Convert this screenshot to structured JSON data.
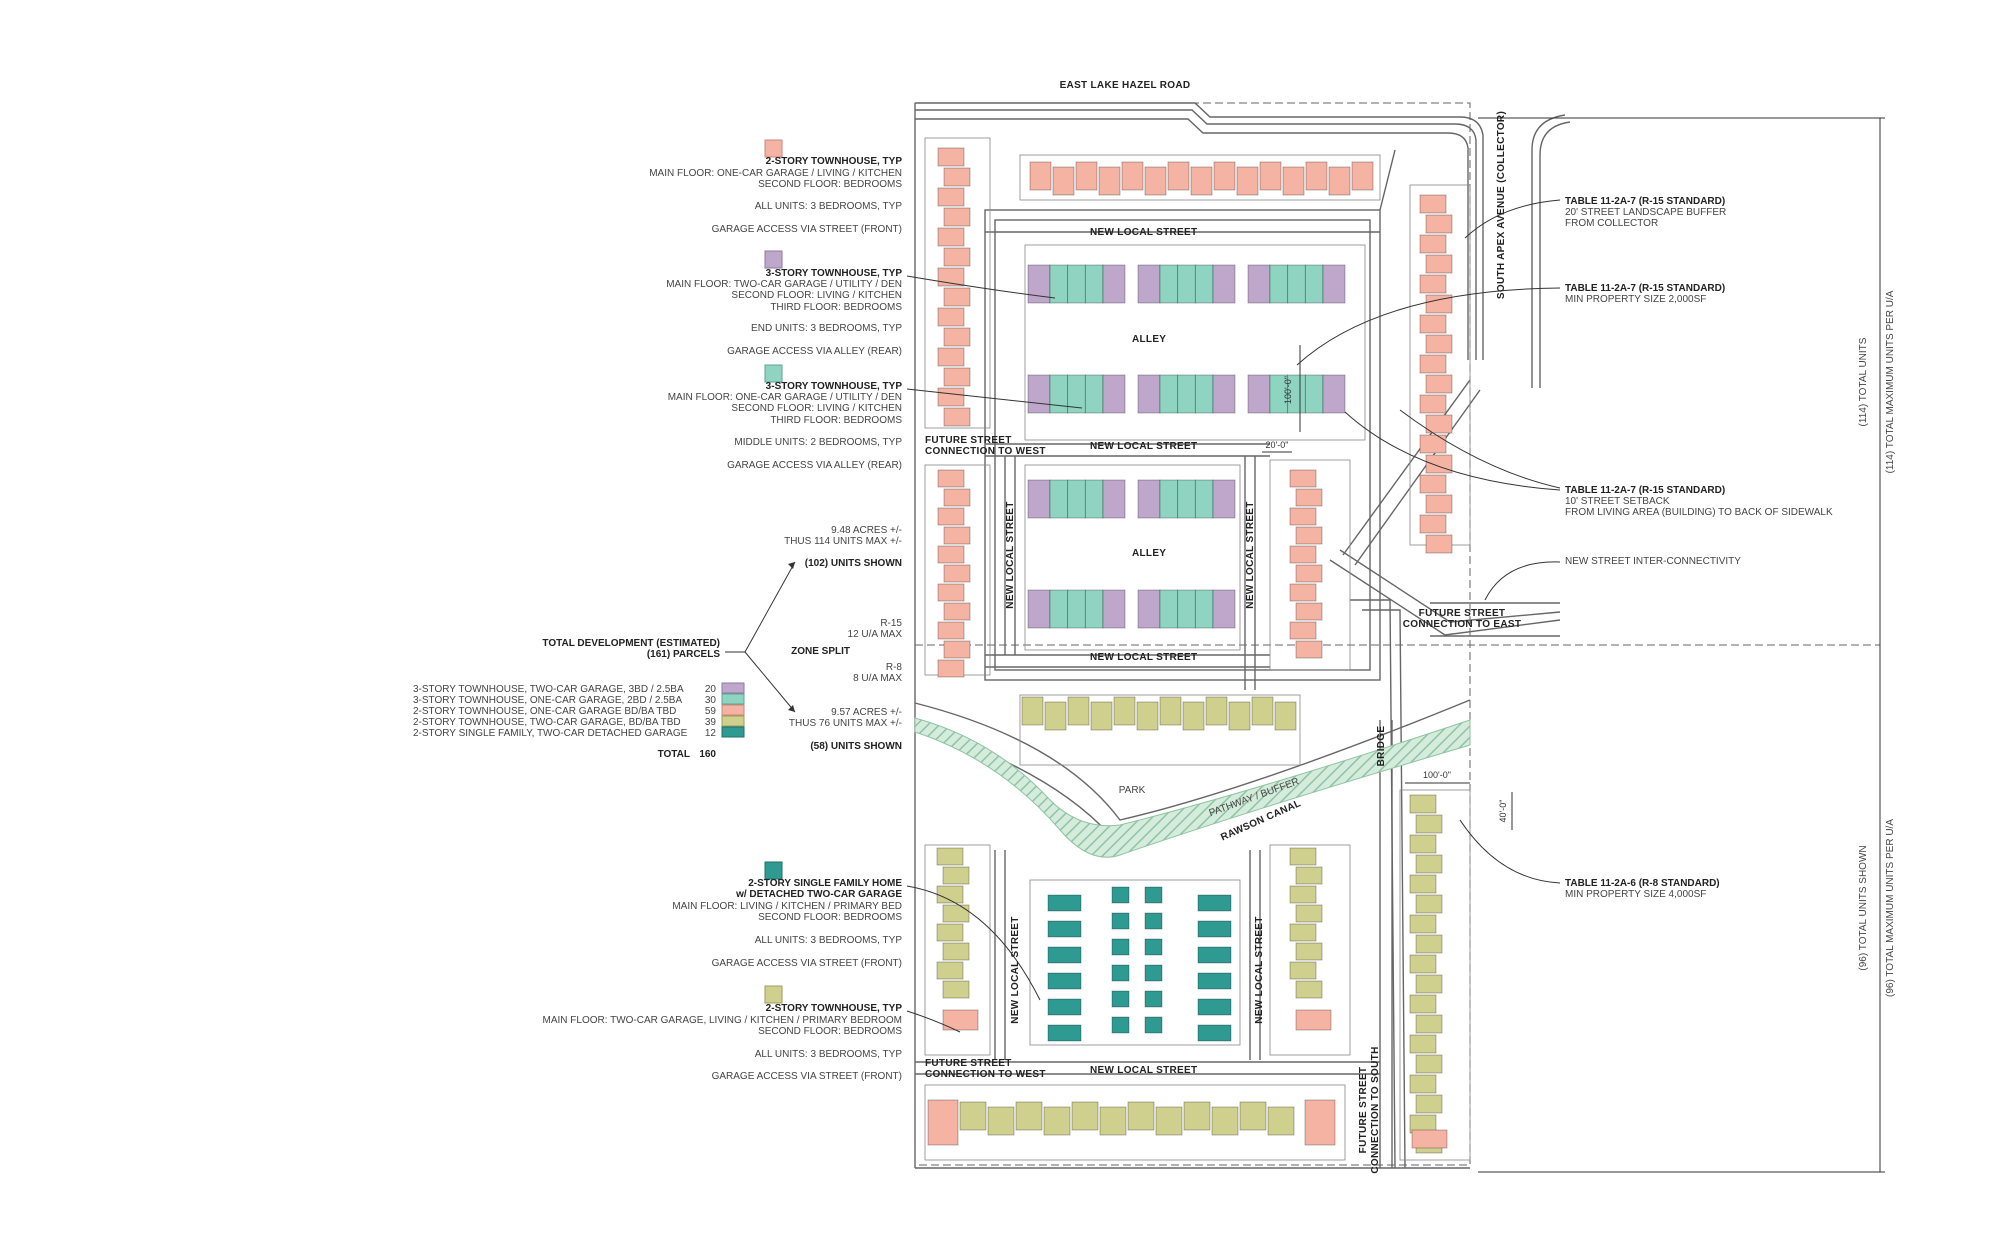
{
  "colors": {
    "three_story_two_car": "#bfa7cc",
    "three_story_one_car": "#8fd3c1",
    "two_story_one_car": "#f4b3a3",
    "two_story_two_car": "#cfcf8e",
    "single_family": "#2f9a92",
    "canal": "#a9d3ba"
  },
  "streets": {
    "east_lake_hazel": "EAST LAKE HAZEL ROAD",
    "south_apex": "SOUTH APEX AVENUE (COLLECTOR)",
    "new_local_street": "NEW LOCAL STREET",
    "alley": "ALLEY",
    "future_west_1": "FUTURE STREET",
    "future_west_2": "CONNECTION TO WEST",
    "future_east_1": "FUTURE STREET",
    "future_east_2": "CONNECTION TO EAST",
    "future_south_1": "FUTURE STREET",
    "future_south_2": "CONNECTION TO SOUTH",
    "bridge": "BRIDGE",
    "park": "PARK",
    "pathway": "PATHWAY / BUFFER",
    "canal": "RAWSON CANAL"
  },
  "dims": {
    "d100": "100'-0\"",
    "d20": "20'-0\"",
    "d100b": "100'-0\"",
    "d40": "40'-0\""
  },
  "legend_types": {
    "t1": {
      "title": "2-STORY TOWNHOUSE, TYP",
      "l1": "MAIN FLOOR: ONE-CAR GARAGE / LIVING / KITCHEN",
      "l2": "SECOND FLOOR: BEDROOMS",
      "l3": "ALL UNITS: 3 BEDROOMS, TYP",
      "l4": "GARAGE ACCESS VIA STREET (FRONT)"
    },
    "t2": {
      "title": "3-STORY TOWNHOUSE, TYP",
      "l1": "MAIN FLOOR: TWO-CAR GARAGE / UTILITY / DEN",
      "l2": "SECOND FLOOR: LIVING / KITCHEN",
      "l3": "THIRD FLOOR: BEDROOMS",
      "l4": "END UNITS: 3 BEDROOMS, TYP",
      "l5": "GARAGE ACCESS VIA ALLEY (REAR)"
    },
    "t3": {
      "title": "3-STORY TOWNHOUSE, TYP",
      "l1": "MAIN FLOOR: ONE-CAR GARAGE / UTILITY / DEN",
      "l2": "SECOND FLOOR: LIVING / KITCHEN",
      "l3": "THIRD FLOOR: BEDROOMS",
      "l4": "MIDDLE UNITS: 2 BEDROOMS, TYP",
      "l5": "GARAGE ACCESS VIA ALLEY (REAR)"
    },
    "t4": {
      "title": "2-STORY SINGLE FAMILY HOME",
      "title2": "w/ DETACHED TWO-CAR GARAGE",
      "l1": "MAIN FLOOR: LIVING / KITCHEN / PRIMARY BED",
      "l2": "SECOND FLOOR: BEDROOMS",
      "l3": "ALL UNITS: 3 BEDROOMS, TYP",
      "l4": "GARAGE ACCESS VIA STREET (FRONT)"
    },
    "t5": {
      "title": "2-STORY TOWNHOUSE, TYP",
      "l1": "MAIN FLOOR: TWO-CAR GARAGE, LIVING / KITCHEN / PRIMARY BEDROOM",
      "l2": "SECOND FLOOR: BEDROOMS",
      "l3": "ALL UNITS: 3 BEDROOMS, TYP",
      "l4": "GARAGE ACCESS VIA STREET (FRONT)"
    }
  },
  "zones": {
    "north_acres": "9.48 ACRES +/-",
    "north_max": "THUS 114 UNITS MAX +/-",
    "north_shown": "(102) UNITS SHOWN",
    "r15": "R-15",
    "r15_density": "12 U/A MAX",
    "zone_split": "ZONE SPLIT",
    "r8": "R-8",
    "r8_density": "8 U/A MAX",
    "south_acres": "9.57 ACRES +/-",
    "south_max": "THUS 76 UNITS MAX +/-",
    "south_shown": "(58) UNITS SHOWN",
    "total_dev_1": "TOTAL DEVELOPMENT (ESTIMATED)",
    "total_dev_2": "(161) PARCELS"
  },
  "unit_counts": {
    "rows": [
      {
        "label": "3-STORY TOWNHOUSE, TWO-CAR GARAGE, 3BD / 2.5BA",
        "count": "20"
      },
      {
        "label": "3-STORY TOWNHOUSE, ONE-CAR GARAGE, 2BD / 2.5BA",
        "count": "30"
      },
      {
        "label": "2-STORY TOWNHOUSE, ONE-CAR GARAGE BD/BA TBD",
        "count": "59"
      },
      {
        "label": "2-STORY TOWNHOUSE, TWO-CAR GARAGE, BD/BA TBD",
        "count": "39"
      },
      {
        "label": "2-STORY SINGLE FAMILY, TWO-CAR DETACHED GARAGE",
        "count": "12"
      }
    ],
    "total_label": "TOTAL",
    "total_value": "160"
  },
  "standards": {
    "s1_title": "TABLE 11-2A-7 (R-15 STANDARD)",
    "s1_l1": "20' STREET LANDSCAPE BUFFER",
    "s1_l2": "FROM COLLECTOR",
    "s2_title": "TABLE 11-2A-7 (R-15 STANDARD)",
    "s2_l1": "MIN PROPERTY SIZE 2,000SF",
    "s3_title": "TABLE 11-2A-7 (R-15 STANDARD)",
    "s3_l1": "10' STREET SETBACK",
    "s3_l2": "FROM LIVING AREA (BUILDING) TO BACK OF SIDEWALK",
    "s4": "NEW STREET INTER-CONNECTIVITY",
    "s5_title": "TABLE 11-2A-6 (R-8 STANDARD)",
    "s5_l1": "MIN PROPERTY SIZE 4,000SF"
  },
  "right_dims": {
    "north_1": "(114) TOTAL UNITS",
    "north_2": "(114) TOTAL MAXIMUM UNITS PER U/A",
    "south_1": "(96) TOTAL UNITS SHOWN",
    "south_2": "(96) TOTAL MAXIMUM UNITS PER U/A"
  }
}
